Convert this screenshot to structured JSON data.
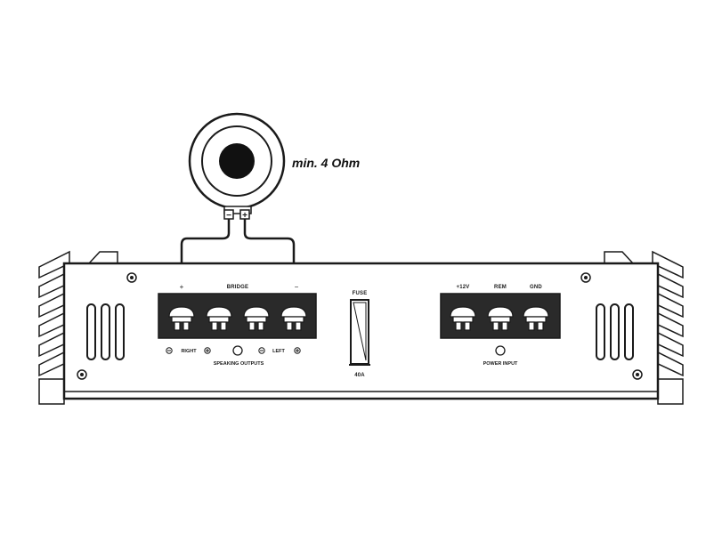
{
  "speaker": {
    "impedance_label": "min. 4 Ohm",
    "terminal_minus": "−",
    "terminal_plus": "+"
  },
  "speaker_outputs": {
    "bridge_label": "BRIDGE",
    "bridge_plus": "+",
    "bridge_minus": "−",
    "right_label": "RIGHT",
    "left_label": "LEFT",
    "section_label": "SPEAKING OUTPUTS"
  },
  "fuse": {
    "label": "FUSE",
    "rating": "40A"
  },
  "power_input": {
    "v12_label": "+12V",
    "rem_label": "REM",
    "gnd_label": "GND",
    "section_label": "POWER INPUT"
  },
  "colors": {
    "line": "#1a1a1a",
    "fill": "#ffffff",
    "panel": "#2a2a2a"
  }
}
